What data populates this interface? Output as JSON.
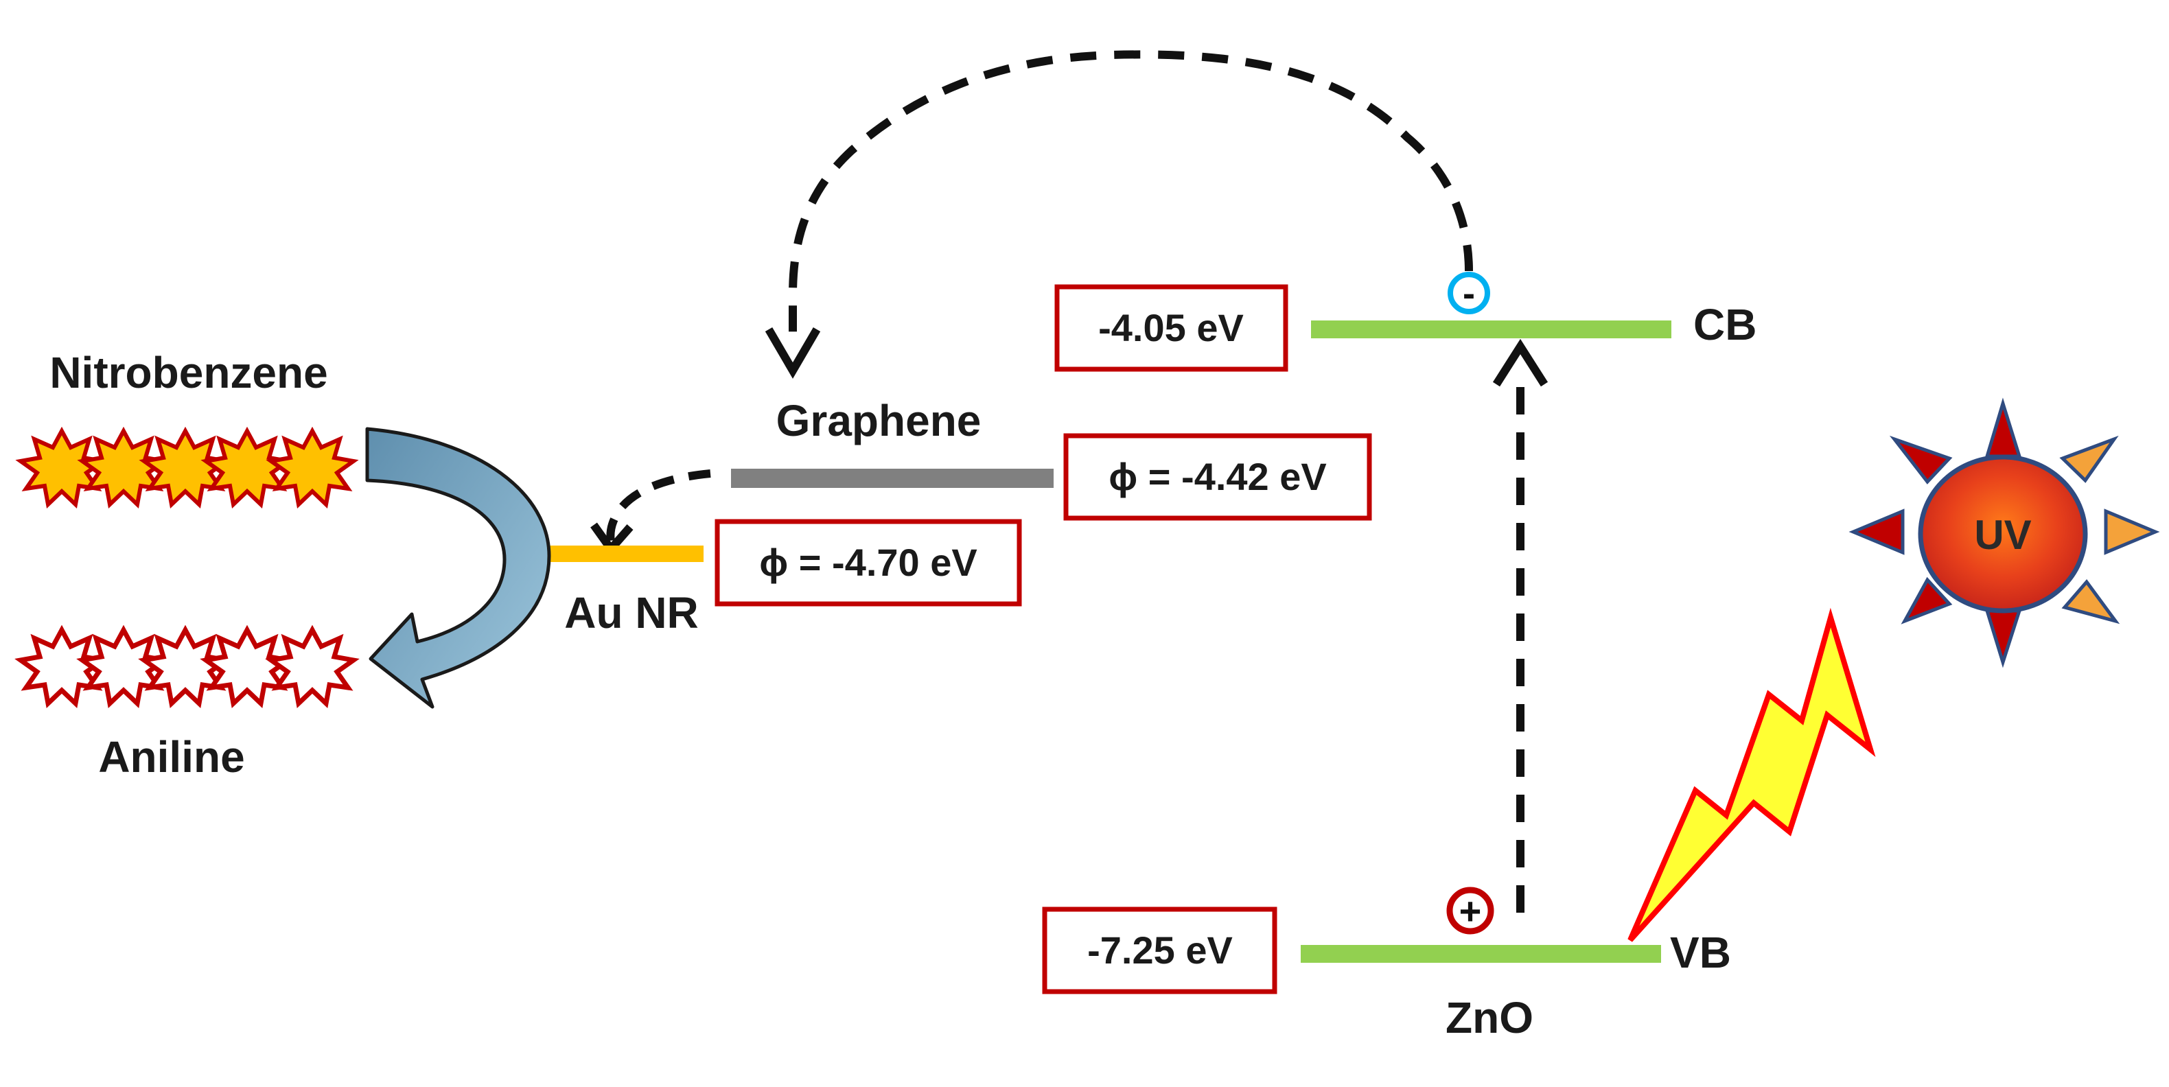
{
  "labels": {
    "nitrobenzene": "Nitrobenzene",
    "aniline": "Aniline",
    "graphene": "Graphene",
    "au_nr": "Au NR",
    "cb": "CB",
    "vb": "VB",
    "zno": "ZnO",
    "uv": "UV",
    "electron": "-",
    "hole": "+"
  },
  "energy_levels": {
    "cb_value": "-4.05 eV",
    "vb_value": "-7.25 eV",
    "graphene_wf": "ϕ = -4.42 eV",
    "au_wf": "ϕ = -4.70 eV"
  },
  "colors": {
    "band": "#92d050",
    "graphene": "#808080",
    "au": "#ffc000",
    "box_border": "#c00000",
    "electron_ring": "#00b0f0",
    "hole_ring": "#c00000",
    "star_fill": "#ffc000",
    "star_stroke": "#c00000",
    "arrow_fill": "#6fa8c8",
    "bolt_fill": "#ffff33",
    "bolt_stroke": "#ff0000",
    "sun_core": "#e8411b",
    "sun_ray_red": "#c00000",
    "sun_ray_orange": "#f4a23a"
  }
}
